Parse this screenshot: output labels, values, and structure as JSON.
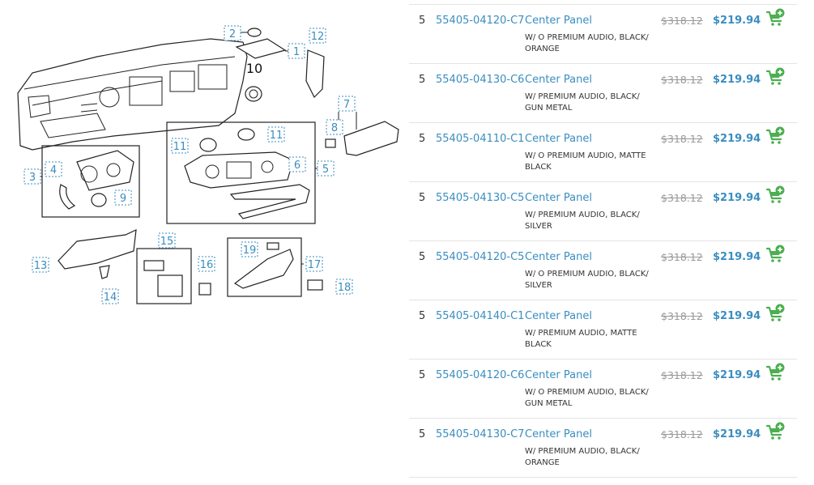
{
  "diagram": {
    "callouts": [
      "1",
      "2",
      "3",
      "4",
      "5",
      "6",
      "7",
      "8",
      "9",
      "10",
      "11",
      "11",
      "12",
      "13",
      "14",
      "15",
      "16",
      "17",
      "18",
      "19"
    ]
  },
  "cart_icon": "add-to-cart-icon",
  "colors": {
    "link": "#3a8dbf",
    "cart": "#4caf50",
    "strike": "#9a9a9a"
  },
  "parts": [
    {
      "qty": "5",
      "part_number": "55405-04120-C7",
      "name": "Center Panel",
      "desc": "W/ O PREMIUM AUDIO, BLACK/ ORANGE",
      "msrp": "$318.12",
      "price": "$219.94"
    },
    {
      "qty": "5",
      "part_number": "55405-04130-C6",
      "name": "Center Panel",
      "desc": "W/ PREMIUM AUDIO, BLACK/ GUN METAL",
      "msrp": "$318.12",
      "price": "$219.94"
    },
    {
      "qty": "5",
      "part_number": "55405-04110-C1",
      "name": "Center Panel",
      "desc": "W/ O PREMIUM AUDIO, MATTE BLACK",
      "msrp": "$318.12",
      "price": "$219.94"
    },
    {
      "qty": "5",
      "part_number": "55405-04130-C5",
      "name": "Center Panel",
      "desc": "W/ PREMIUM AUDIO, BLACK/ SILVER",
      "msrp": "$318.12",
      "price": "$219.94"
    },
    {
      "qty": "5",
      "part_number": "55405-04120-C5",
      "name": "Center Panel",
      "desc": "W/ O PREMIUM AUDIO, BLACK/ SILVER",
      "msrp": "$318.12",
      "price": "$219.94"
    },
    {
      "qty": "5",
      "part_number": "55405-04140-C1",
      "name": "Center Panel",
      "desc": "W/ PREMIUM AUDIO, MATTE BLACK",
      "msrp": "$318.12",
      "price": "$219.94"
    },
    {
      "qty": "5",
      "part_number": "55405-04120-C6",
      "name": "Center Panel",
      "desc": "W/ O PREMIUM AUDIO, BLACK/ GUN METAL",
      "msrp": "$318.12",
      "price": "$219.94"
    },
    {
      "qty": "5",
      "part_number": "55405-04130-C7",
      "name": "Center Panel",
      "desc": "W/ PREMIUM AUDIO, BLACK/ ORANGE",
      "msrp": "$318.12",
      "price": "$219.94"
    }
  ]
}
